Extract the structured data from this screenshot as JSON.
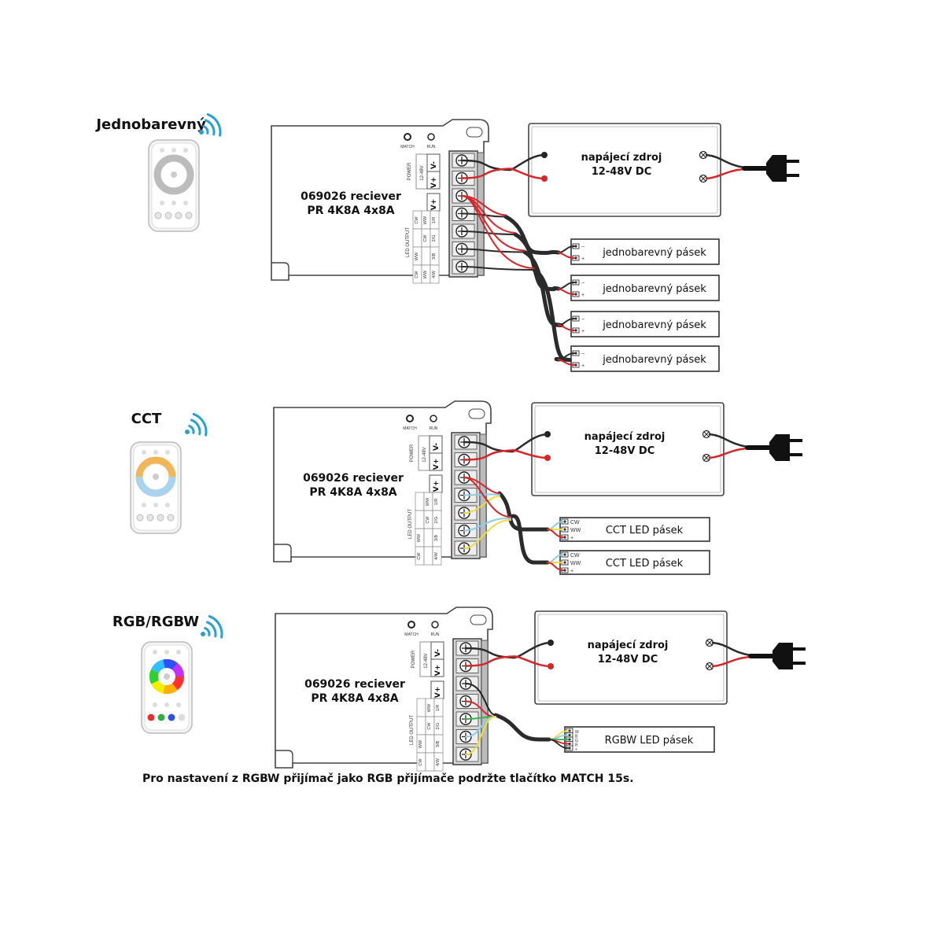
{
  "colors": {
    "wire_black": "#2b2b2b",
    "wire_red": "#d7262a",
    "wire_blue": "#8ecbe8",
    "wire_yellow": "#f0dc3c",
    "wire_green": "#38b04a",
    "device_border": "#444444",
    "terminal_fill": "#d8d8d8"
  },
  "sections": [
    {
      "title": "Jednobarevný",
      "remote": "single-color-remote",
      "receiver": {
        "name": "069026 reciever",
        "model": "PR 4K8A 4x8A",
        "match_label": "MATCH",
        "run_label": "RUN",
        "power_label": "POWER",
        "voltage_label": "12-48V",
        "vplus": "V+",
        "vminus": "V-",
        "output_label": "LED OUTPUT",
        "channels": [
          [
            "CW",
            "WW",
            "1/R"
          ],
          [
            "",
            "CW",
            "2/G"
          ],
          [
            "WW",
            "",
            "3/B"
          ],
          [
            "CW",
            "WW",
            "4/W"
          ]
        ]
      },
      "psu": {
        "line1": "napájecí zdroj",
        "line2": "12-48V DC"
      },
      "strips": [
        {
          "label": "jednobarevný pásek",
          "pins": [
            "−",
            "+"
          ]
        },
        {
          "label": "jednobarevný pásek",
          "pins": [
            "−",
            "+"
          ]
        },
        {
          "label": "jednobarevný pásek",
          "pins": [
            "−",
            "+"
          ]
        },
        {
          "label": "jednobarevný pásek",
          "pins": [
            "−",
            "+"
          ]
        }
      ]
    },
    {
      "title": "CCT",
      "remote": "cct-remote",
      "receiver": {
        "name": "069026 reciever",
        "model": "PR 4K8A 4x8A",
        "match_label": "MATCH",
        "run_label": "RUN",
        "power_label": "POWER",
        "voltage_label": "12-48V",
        "vplus": "V+",
        "vminus": "V-",
        "output_label": "LED OUTPUT",
        "channels": [
          [
            "",
            "WW",
            "1/R"
          ],
          [
            "",
            "CW",
            "2/G"
          ],
          [
            "WW",
            "",
            "3/B"
          ],
          [
            "CW",
            "",
            "4/W"
          ]
        ]
      },
      "psu": {
        "line1": "napájecí zdroj",
        "line2": "12-48V DC"
      },
      "strips": [
        {
          "label": "CCT LED pásek",
          "pins": [
            "CW",
            "WW",
            "+"
          ]
        },
        {
          "label": "CCT LED pásek",
          "pins": [
            "CW",
            "WW",
            "+"
          ]
        }
      ]
    },
    {
      "title": "RGB/RGBW",
      "remote": "rgb-remote",
      "receiver": {
        "name": "069026 reciever",
        "model": "PR 4K8A 4x8A",
        "match_label": "MATCH",
        "run_label": "RUN",
        "power_label": "POWER",
        "voltage_label": "12-48V",
        "vplus": "V+",
        "vminus": "V-",
        "output_label": "LED OUTPUT",
        "channels": [
          [
            "",
            "WW",
            "1/R"
          ],
          [
            "",
            "CW",
            "2/G"
          ],
          [
            "WW",
            "",
            "3/B"
          ],
          [
            "CW",
            "",
            "4/W"
          ]
        ]
      },
      "psu": {
        "line1": "napájecí zdroj",
        "line2": "12-48V DC"
      },
      "strips": [
        {
          "label": "RGBW LED pásek",
          "pins": [
            "W",
            "B",
            "G",
            "R",
            "+"
          ]
        }
      ]
    }
  ],
  "note": "Pro nastavení z RGBW přijímač jako RGB přijímače podržte tlačítko MATCH 15s."
}
